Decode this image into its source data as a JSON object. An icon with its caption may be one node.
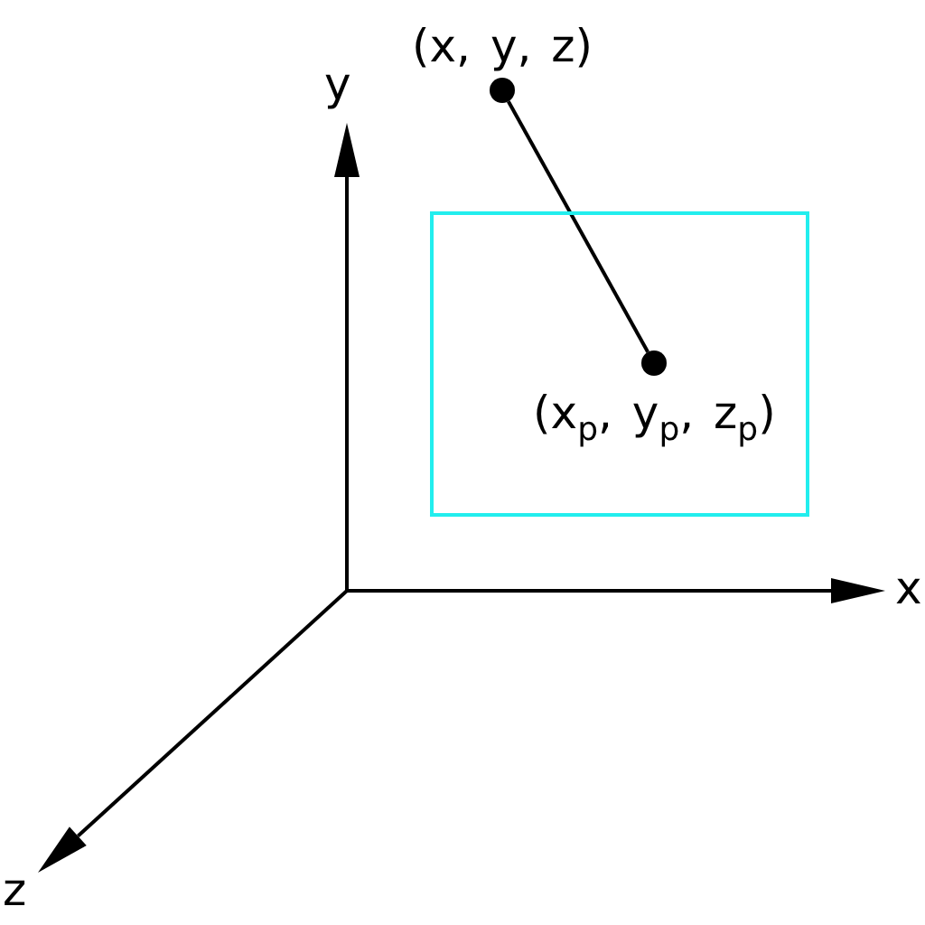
{
  "diagram": {
    "nodes": [
      {
        "text": [],
        "shape": "circle",
        "beside": [
          "(x, y, z)"
        ]
      },
      {
        "text": [],
        "shape": "box"
      },
      {
        "text": [],
        "shape": "circle",
        "beside": [
          "(x$_{p}$, y$_{p}$, z$_{p}$)"
        ],
        "in": 1
      }
    ],
    "edges": [
      {
        "from": 0,
        "to": 2,
        "arrow": "none"
      }
    ],
    "labels": [
      "y",
      "x",
      "z"
    ]
  }
}
